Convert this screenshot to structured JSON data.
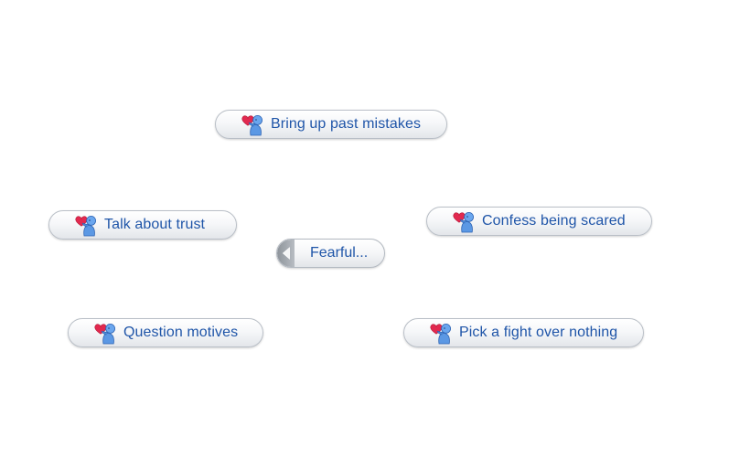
{
  "pie_menu": {
    "center": {
      "label": "Fearful...",
      "icon": "back-arrow-icon"
    },
    "options": [
      {
        "label": "Bring up past mistakes",
        "icon": "romance-hug-heart-icon"
      },
      {
        "label": "Talk about trust",
        "icon": "romance-hug-heart-icon"
      },
      {
        "label": "Confess being scared",
        "icon": "romance-hug-heart-icon"
      },
      {
        "label": "Question motives",
        "icon": "romance-hug-heart-icon"
      },
      {
        "label": "Pick a fight over nothing",
        "icon": "romance-hug-heart-icon"
      }
    ]
  },
  "colors": {
    "label_text": "#1f55a8",
    "heart": "#e2294f",
    "figure": "#5b98e4",
    "back_cap": "#9aa0a7"
  }
}
